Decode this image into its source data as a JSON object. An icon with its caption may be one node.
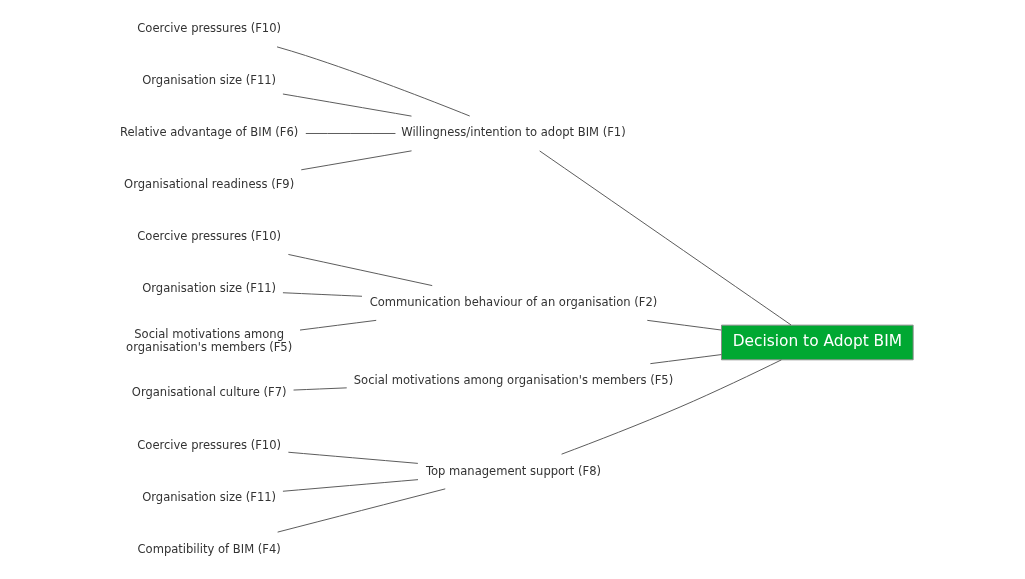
{
  "diagram": {
    "nodes": [
      {
        "text": [
          "Coercive pressures (F10)"
        ]
      },
      {
        "text": [
          "Organisation size (F11)"
        ]
      },
      {
        "text": [
          "Relative advantage of BIM (F6)"
        ]
      },
      {
        "text": [
          "Organisational readiness (F9)"
        ]
      },
      {
        "text": [
          "Willingness/intention to adopt BIM (F1)"
        ]
      },
      {
        "text": [
          "Coercive pressures (F10)"
        ]
      },
      {
        "text": [
          "Organisation size (F11)"
        ]
      },
      {
        "text": [
          "Social motivations among organisation's members (F5)"
        ]
      },
      {
        "text": [
          "Communication behaviour of an organisation (F2)"
        ]
      },
      {
        "text": [
          "Organisational culture (F7)"
        ]
      },
      {
        "text": [
          "Social motivations among organisation's members (F5)"
        ]
      },
      {
        "text": [
          "Coercive pressures (F10)"
        ]
      },
      {
        "text": [
          "Organisation size (F11)"
        ]
      },
      {
        "text": [
          "Compatibility of BIM (F4)"
        ]
      },
      {
        "text": [
          "Top management support (F8)"
        ]
      },
      {
        "text": [
          "Decision to Adopt BIM"
        ]
      }
    ],
    "edges": [
      {
        "from": 0,
        "to": 4,
        "arrow": "none"
      },
      {
        "from": 1,
        "to": 4,
        "arrow": "none"
      },
      {
        "from": 2,
        "to": 4,
        "arrow": "none"
      },
      {
        "from": 3,
        "to": 4,
        "arrow": "none"
      },
      {
        "from": 5,
        "to": 8,
        "arrow": "none"
      },
      {
        "from": 6,
        "to": 8,
        "arrow": "none"
      },
      {
        "from": 7,
        "to": 8,
        "arrow": "none"
      },
      {
        "from": 9,
        "to": 10,
        "arrow": "none"
      },
      {
        "from": 11,
        "to": 14,
        "arrow": "none"
      },
      {
        "from": 12,
        "to": 14,
        "arrow": "none"
      },
      {
        "from": 13,
        "to": 14,
        "arrow": "none"
      },
      {
        "from": 4,
        "to": 15,
        "arrow": "none"
      },
      {
        "from": 8,
        "to": 15,
        "arrow": "none"
      },
      {
        "from": 10,
        "to": 15,
        "arrow": "none"
      },
      {
        "from": 14,
        "to": 15,
        "arrow": "none"
      }
    ]
  }
}
